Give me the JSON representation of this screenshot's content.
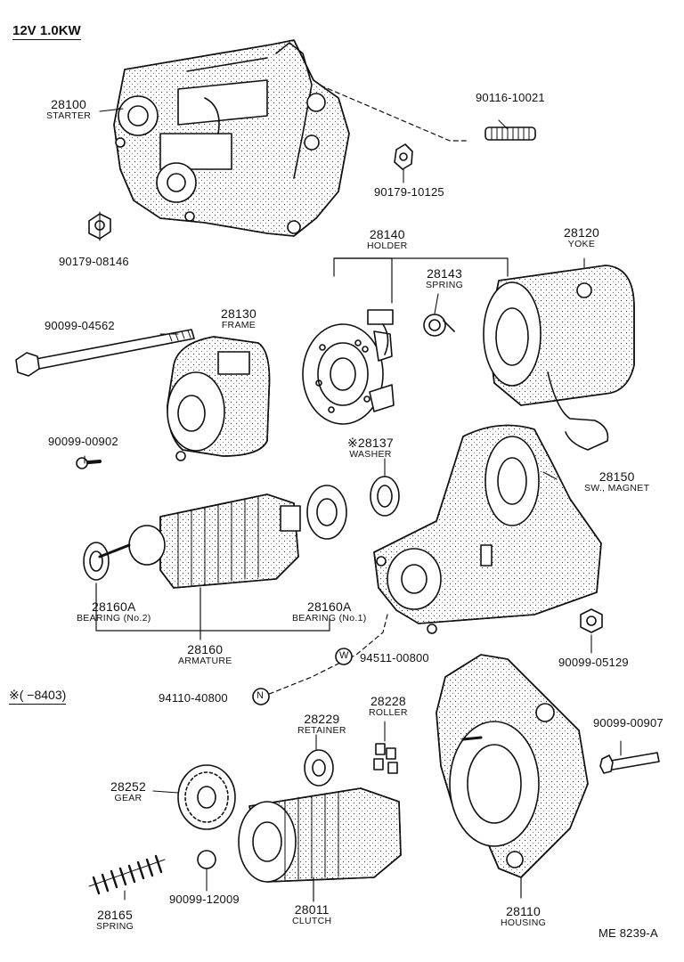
{
  "header": {
    "spec": "12V 1.0KW",
    "note": "※(      −8403)"
  },
  "footer": {
    "ref": "ME  8239-A"
  },
  "parts": {
    "starter": {
      "number": "28100",
      "name": "STARTER"
    },
    "frame": {
      "number": "28130",
      "name": "FRAME"
    },
    "holder": {
      "number": "28140",
      "name": "HOLDER"
    },
    "spring_br": {
      "number": "28143",
      "name": "SPRING"
    },
    "yoke": {
      "number": "28120",
      "name": "YOKE"
    },
    "washer": {
      "number": "※28137",
      "name": "WASHER"
    },
    "magnet": {
      "number": "28150",
      "name": "SW., MAGNET"
    },
    "bearing2": {
      "number": "28160A",
      "name": "BEARING (No.2)"
    },
    "bearing1": {
      "number": "28160A",
      "name": "BEARING (No.1)"
    },
    "armature": {
      "number": "28160",
      "name": "ARMATURE"
    },
    "retainer": {
      "number": "28229",
      "name": "RETAINER"
    },
    "roller": {
      "number": "28228",
      "name": "ROLLER"
    },
    "gear": {
      "number": "28252",
      "name": "GEAR"
    },
    "spring": {
      "number": "28165",
      "name": "SPRING"
    },
    "clutch": {
      "number": "28011",
      "name": "CLUTCH"
    },
    "housing": {
      "number": "28110",
      "name": "HOUSING"
    }
  },
  "fasteners": {
    "stud": "90116-10021",
    "nut_a": "90179-10125",
    "nut_b": "90179-08146",
    "through_bolt": "90099-04562",
    "screw": "90099-00902",
    "nut_c": "90099-05129",
    "washer_w": "94511-00800",
    "nut_n": "94110-40800",
    "bolt": "90099-00907",
    "ball": "90099-12009"
  },
  "symbols": {
    "w": "W",
    "n": "N"
  }
}
